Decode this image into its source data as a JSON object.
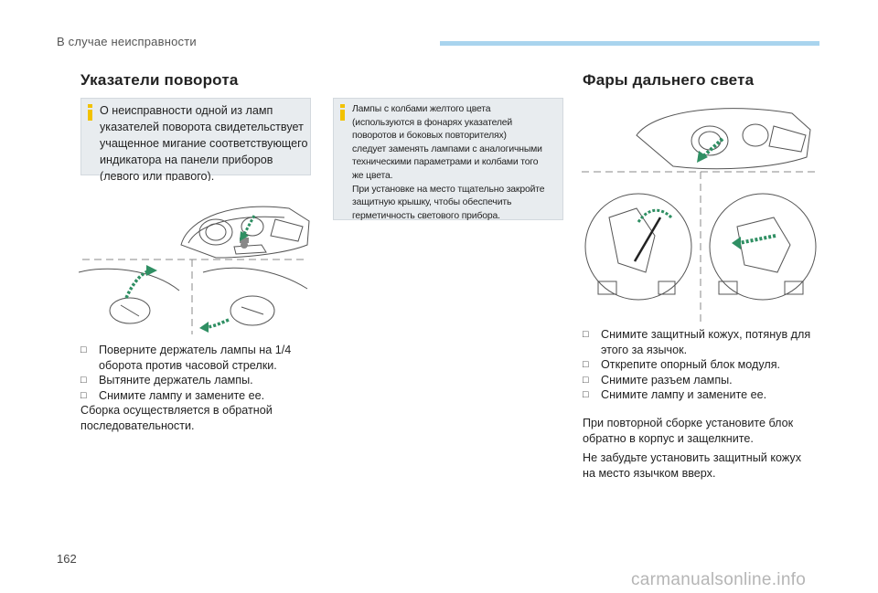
{
  "header": {
    "section_title": "В случае неисправности"
  },
  "left": {
    "title": "Указатели поворота",
    "note1": "О неисправности одной из ламп\nуказателей поворота свидетельствует\nучащенное мигание соответствующего\nиндикатора на панели приборов\n(левого или правого).",
    "steps": [
      "Поверните держатель лампы на 1/4 оборота против часовой стрелки.",
      "Вытяните держатель лампы.",
      "Снимите лампу и замените ее."
    ],
    "after": "Сборка осуществляется в обратной последовательности."
  },
  "middle": {
    "note2": "Лампы с колбами желтого цвета\n(используются в фонарях указателей\nповоротов и боковых повторителях)\nследует заменять лампами с аналогичными\nтехническими параметрами и колбами того\nже цвета.\nПри установке на место тщательно закройте\nзащитную крышку, чтобы обеспечить\nгерметичность светового прибора."
  },
  "right": {
    "title": "Фары дальнего света",
    "steps": [
      "Снимите защитный кожух, потянув для этого за язычок.",
      "Открепите опорный блок модуля.",
      "Снимите разъем лампы.",
      "Снимите лампу и замените ее."
    ],
    "para1": "При повторной сборке установите блок обратно в корпус и защелкните.",
    "para2": "Не забудьте установить защитный кожух на место язычком вверх."
  },
  "footer": {
    "page_number": "162",
    "watermark": "carmanualsonline.info"
  },
  "colors": {
    "accent_bar": "#a9d4ee",
    "note_bg": "#e8ecef",
    "note_icon": "#f2c200",
    "arrow_green": "#2f8f63"
  },
  "icons": {
    "bullet": "checkbox-bullet-icon",
    "note": "info-icon"
  }
}
